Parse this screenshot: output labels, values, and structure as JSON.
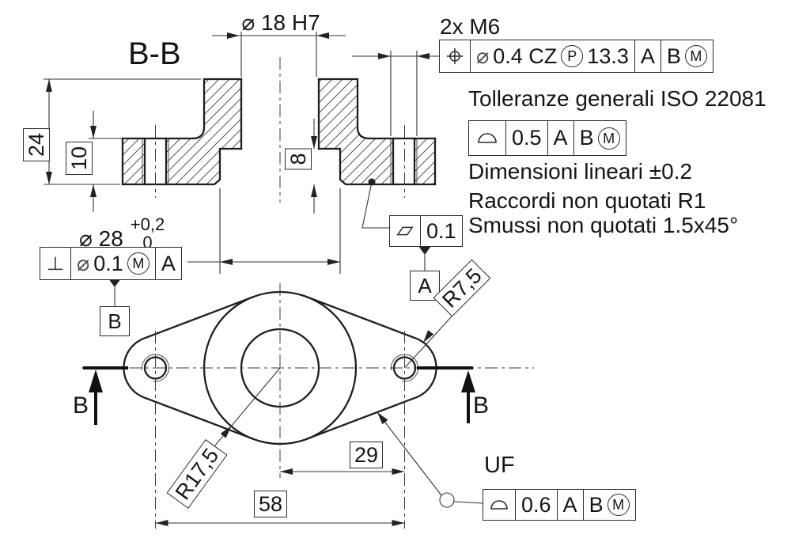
{
  "section_view": {
    "title": "B-B",
    "dim_bore_top": "⌀ 18 H7",
    "dim_total_height": "24",
    "dim_flange_thickness": "10",
    "dim_counterbore_depth": "8",
    "dim_counterbore_dia": "⌀ 28",
    "dim_counterbore_tol_upper": "+0,2",
    "dim_counterbore_tol_lower": "0",
    "thread_callout_label": "2x M6"
  },
  "fcf_position": {
    "symbol": "position",
    "tol_dia": "⌀",
    "tol_value": "0.4 CZ",
    "modifier_projected": "P",
    "projected_length": "13.3",
    "datum_primary": "A",
    "datum_secondary": "B",
    "datum_secondary_modifier": "M"
  },
  "general_notes": {
    "title": "Tolleranze generali ISO 22081",
    "fcf_profile": {
      "symbol": "profile-of-surface",
      "tol_value": "0.5",
      "datum_primary": "A",
      "datum_secondary": "B",
      "datum_secondary_modifier": "M"
    },
    "line_linear": "Dimensioni lineari ±0.2",
    "line_fillets": "Raccordi non quotati R1",
    "line_chamfers": "Smussi non quotati 1.5x45°"
  },
  "fcf_flatness": {
    "symbol": "flatness",
    "tol_value": "0.1"
  },
  "fcf_perpendicularity": {
    "symbol": "perpendicularity",
    "tol_dia": "⌀",
    "tol_value": "0.1",
    "modifier_material": "M",
    "datum_primary": "A"
  },
  "fcf_profile_uf": {
    "label": "UF",
    "symbol": "profile-of-surface",
    "tol_value": "0.6",
    "datum_primary": "A",
    "datum_secondary": "B",
    "datum_secondary_modifier": "M"
  },
  "plan_view": {
    "dim_hole_offset": "29",
    "dim_hole_spacing": "58",
    "radius_center": "R17,5",
    "radius_end": "R7,5",
    "section_arrow_label": "B"
  },
  "datums": {
    "a": "A",
    "b": "B"
  }
}
